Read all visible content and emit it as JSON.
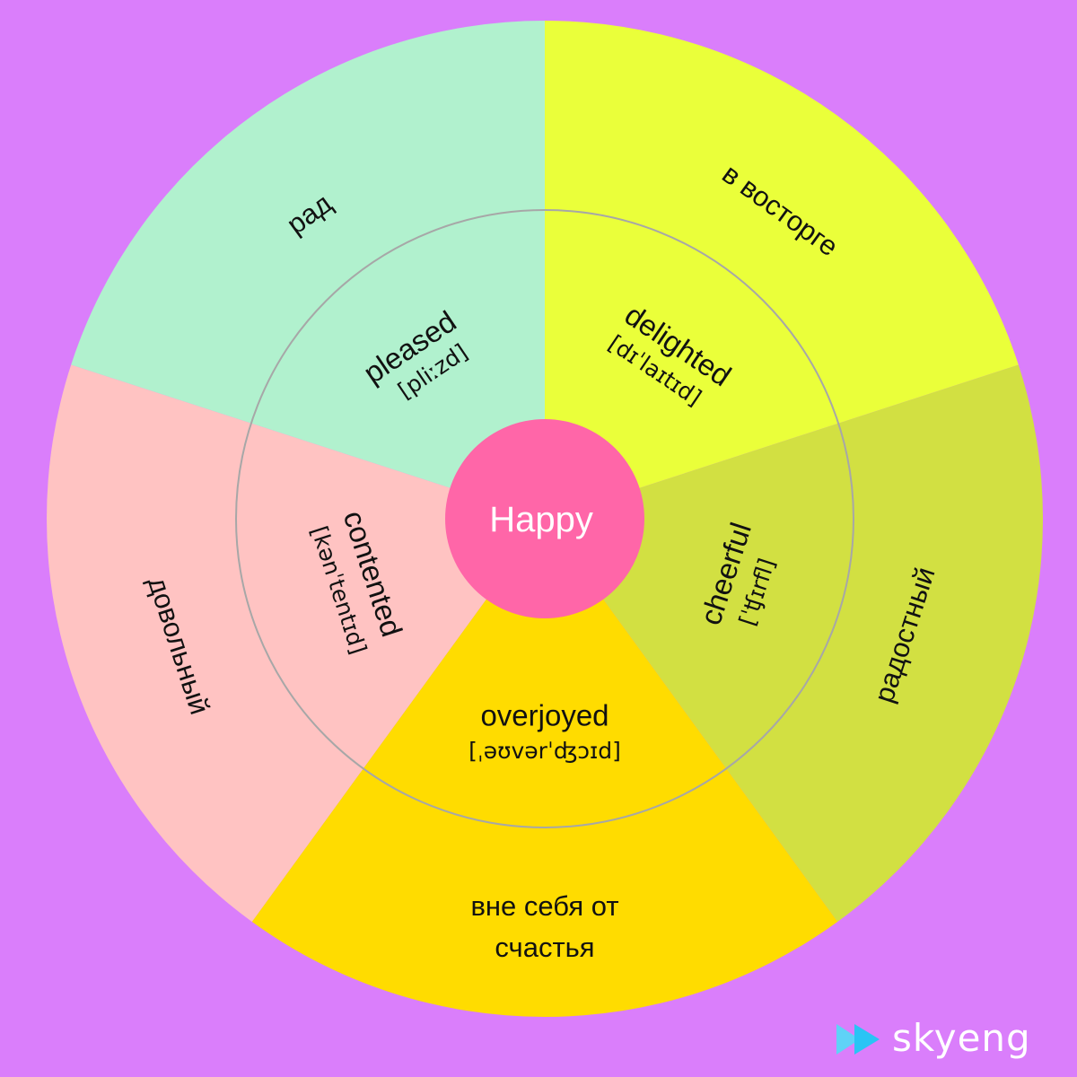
{
  "center": {
    "label": "Happy",
    "color": "#FF66A8"
  },
  "background_color": "#DA7EFB",
  "ring_color": "#A7A7A7",
  "segments": [
    {
      "id": "pleased",
      "word": "pleased",
      "ipa": "[pliːzd]",
      "translation": [
        "рад"
      ],
      "color": "#B1F1CE"
    },
    {
      "id": "delighted",
      "word": "delighted",
      "ipa": "[dɪˈlaɪtɪd]",
      "translation": [
        "в восторге"
      ],
      "color": "#EAFF3A"
    },
    {
      "id": "cheerful",
      "word": "cheerful",
      "ipa": "[ˈʧɪrfl]",
      "translation": [
        "радостный"
      ],
      "color": "#D2E042"
    },
    {
      "id": "overjoyed",
      "word": "overjoyed",
      "ipa": "[ˌəʊvərˈʤɔɪd]",
      "translation": [
        "вне себя от",
        "счастья"
      ],
      "color": "#FFDC00"
    },
    {
      "id": "contented",
      "word": "contented",
      "ipa": "[kənˈtentɪd]",
      "translation": [
        "довольный"
      ],
      "color": "#FFC3C2"
    }
  ],
  "brand": {
    "name": "skyeng",
    "icon": "play-icon",
    "icon_color": "#29C4F5"
  }
}
